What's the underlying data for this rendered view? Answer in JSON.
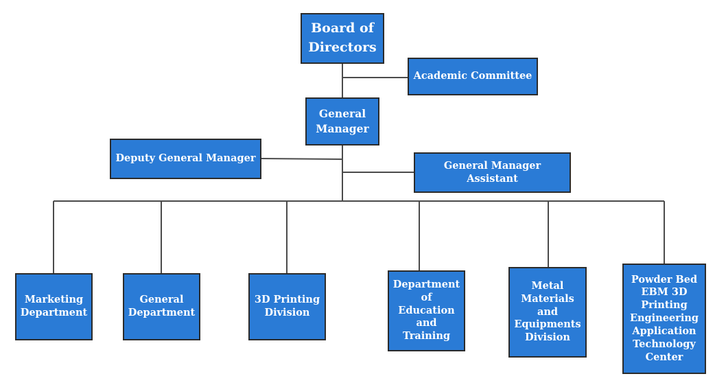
{
  "org_chart": {
    "board": "Board of Directors",
    "academic_committee": "Academic Committee",
    "general_manager": "General Manager",
    "deputy_general_manager": "Deputy General Manager",
    "general_manager_assistant": "General Manager Assistant",
    "departments": [
      "Marketing Department",
      "General Department",
      "3D Printing Division",
      "Department of Education and Training",
      "Metal Materials and Equipments Division",
      "Powder Bed EBM 3D Printing Engineering Application Technology Center"
    ]
  },
  "colors": {
    "box_fill": "#2a7bd6",
    "box_border": "#2b2b2b",
    "connector": "#4a4a4a",
    "text": "#ffffff"
  }
}
